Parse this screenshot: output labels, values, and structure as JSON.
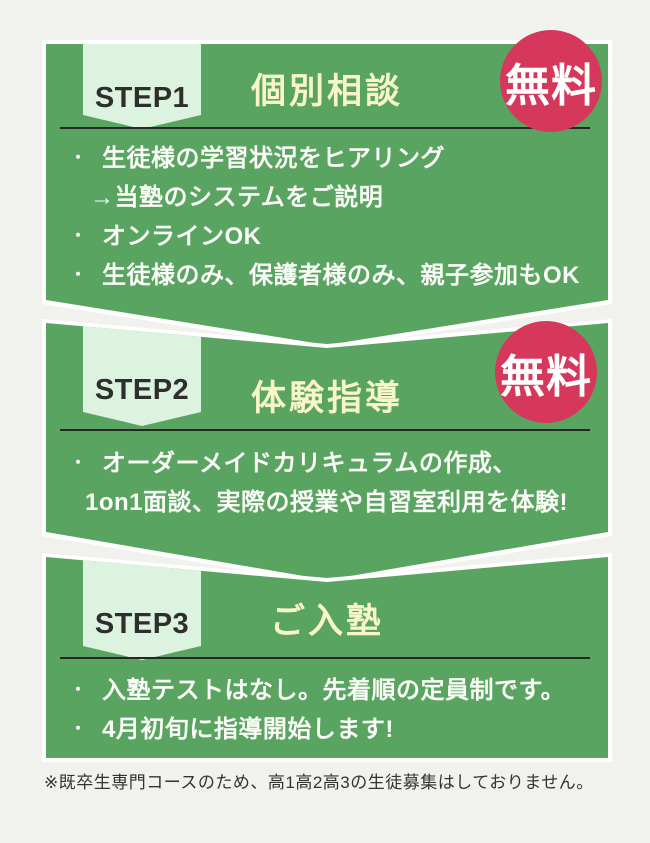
{
  "ui": {
    "bullet_char": "・",
    "colors": {
      "background": "#f1f1ee",
      "card_green": "#5aa462",
      "tab_light_green": "#dcf3df",
      "title_yellow": "#f8f6c6",
      "badge_red": "#d6385c",
      "step_label_dark": "#2e2e2e",
      "rule_dark": "#262626",
      "bullet_white": "#fafbf7",
      "footnote_gray": "#333333"
    }
  },
  "steps": [
    {
      "step_label": "STEP1",
      "title": "個別相談",
      "badge": "無料",
      "lines": [
        {
          "bullet": true,
          "text": "生徒様の学習状況をヒアリング"
        },
        {
          "bullet": false,
          "text": "→当塾のシステムをご説明"
        },
        {
          "bullet": true,
          "text": "オンラインOK"
        },
        {
          "bullet": true,
          "text": "生徒様のみ、保護者様のみ、親子参加もOK"
        }
      ]
    },
    {
      "step_label": "STEP2",
      "title": "体験指導",
      "badge": "無料",
      "lines": [
        {
          "bullet": true,
          "text": "オーダーメイドカリキュラムの作成、"
        },
        {
          "bullet": false,
          "text": "1on1面談、実際の授業や自習室利用を体験!"
        }
      ]
    },
    {
      "step_label": "STEP3",
      "title": "ご入塾",
      "badge": null,
      "lines": [
        {
          "bullet": true,
          "text": "入塾テストはなし。先着順の定員制です。"
        },
        {
          "bullet": true,
          "text": "4月初旬に指導開始します!"
        }
      ]
    }
  ],
  "footnote": "※既卒生専門コースのため、高1高2高3の生徒募集はしておりません。"
}
